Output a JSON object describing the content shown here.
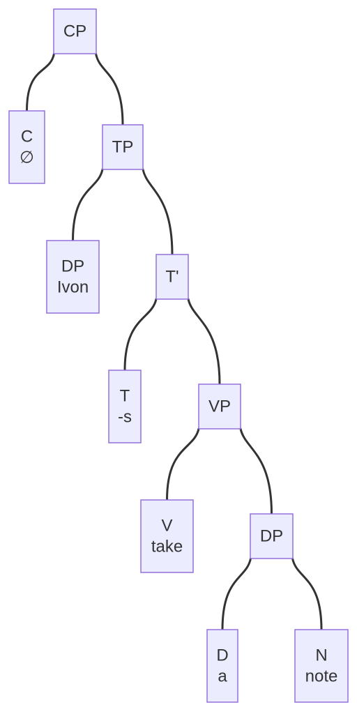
{
  "diagram": {
    "type": "syntax-tree",
    "colors": {
      "node_fill": "#ececff",
      "node_border": "#9370db",
      "edge": "#333333",
      "text": "#333333",
      "background": "#ffffff"
    },
    "nodes": [
      {
        "id": "cp",
        "lines": [
          "CP"
        ]
      },
      {
        "id": "c",
        "lines": [
          "C",
          "∅"
        ]
      },
      {
        "id": "tp",
        "lines": [
          "TP"
        ]
      },
      {
        "id": "dp1",
        "lines": [
          "DP",
          "Ivon"
        ]
      },
      {
        "id": "tbar",
        "lines": [
          "T'"
        ]
      },
      {
        "id": "t",
        "lines": [
          "T",
          "-s"
        ]
      },
      {
        "id": "vp",
        "lines": [
          "VP"
        ]
      },
      {
        "id": "v",
        "lines": [
          "V",
          "take"
        ]
      },
      {
        "id": "dp2",
        "lines": [
          "DP"
        ]
      },
      {
        "id": "d",
        "lines": [
          "D",
          "a"
        ]
      },
      {
        "id": "n",
        "lines": [
          "N",
          "note"
        ]
      }
    ],
    "edges": [
      {
        "from": "cp",
        "to": "c"
      },
      {
        "from": "cp",
        "to": "tp"
      },
      {
        "from": "tp",
        "to": "dp1"
      },
      {
        "from": "tp",
        "to": "tbar"
      },
      {
        "from": "tbar",
        "to": "t"
      },
      {
        "from": "tbar",
        "to": "vp"
      },
      {
        "from": "vp",
        "to": "v"
      },
      {
        "from": "vp",
        "to": "dp2"
      },
      {
        "from": "dp2",
        "to": "d"
      },
      {
        "from": "dp2",
        "to": "n"
      }
    ]
  }
}
